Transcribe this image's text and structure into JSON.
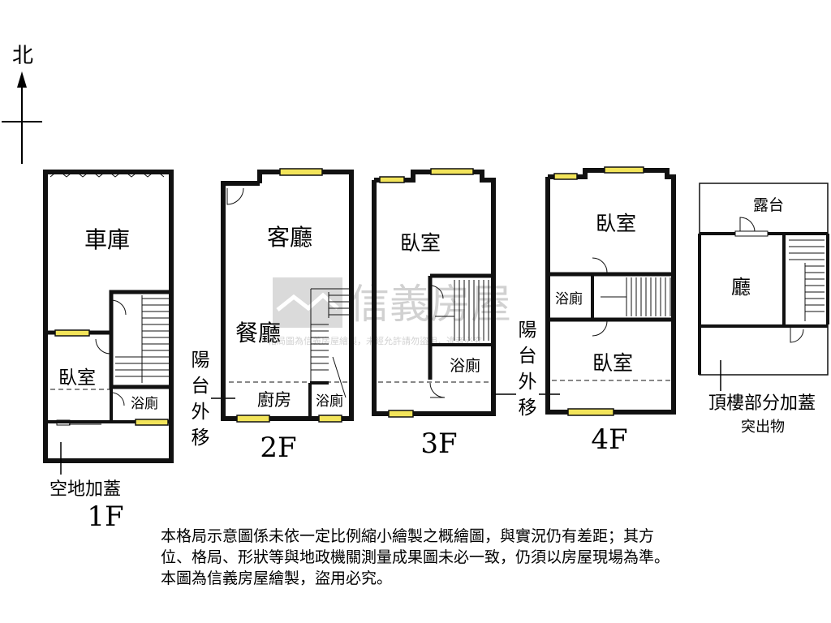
{
  "compass": {
    "north_label": "北"
  },
  "floors": {
    "f1": {
      "label": "1F",
      "rooms": {
        "garage": "車庫",
        "bedroom": "臥室",
        "bath": "浴廁"
      },
      "note": "空地加蓋"
    },
    "f2": {
      "label": "2F",
      "rooms": {
        "living": "客廳",
        "dining": "餐廳",
        "kitchen": "廚房",
        "bath": "浴廁"
      }
    },
    "f3": {
      "label": "3F",
      "rooms": {
        "bedroom": "臥室",
        "bath": "浴廁"
      }
    },
    "f4": {
      "label": "4F",
      "rooms": {
        "bedroom_top": "臥室",
        "bedroom_bottom": "臥室",
        "bath": "浴廁"
      }
    },
    "roof": {
      "rooms": {
        "terrace": "露台",
        "hall": "廳"
      },
      "note_line1": "頂樓部分加蓋",
      "note_line2": "突出物"
    }
  },
  "annotations": {
    "balcony_moved_a": [
      "陽",
      "台",
      "外",
      "移"
    ],
    "balcony_moved_b": [
      "陽",
      "台",
      "外",
      "移"
    ]
  },
  "watermark": {
    "brand": "信義房屋",
    "subtext": "格局圖為信義房屋繪製，未經允許請勿盜用，違者必究"
  },
  "disclaimer": {
    "line1": "本格局示意圖係未依一定比例縮小繪製之概繪圖，與實況仍有差距；其方",
    "line2": "位、格局、形狀等與地政機關測量成果圖未必一致，仍須以房屋現場為準。",
    "line3": "本圖為信義房屋繪製，盜用必究。"
  },
  "colors": {
    "wall": "#111111",
    "window": "#f2e45a",
    "watermark": "#c9c9c9"
  }
}
